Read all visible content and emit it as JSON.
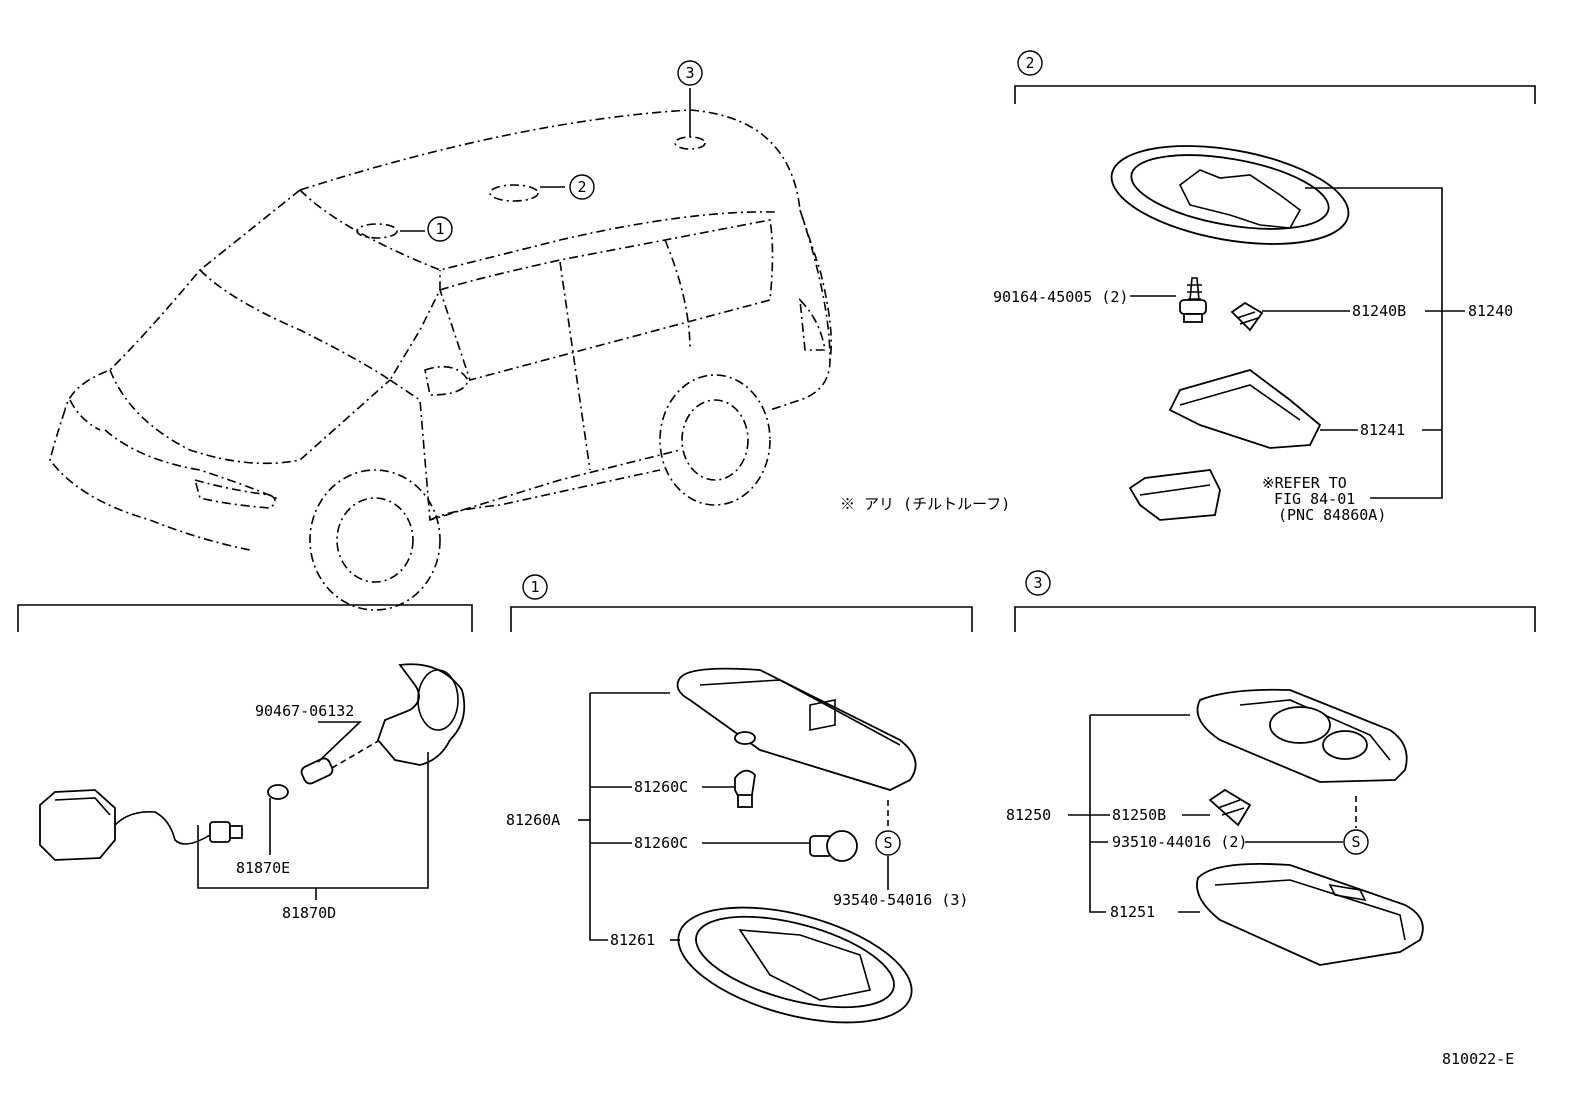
{
  "diagram": {
    "figure_code": "810022-E",
    "note": "※ アリ (チルトルーフ)",
    "refs": {
      "r1": "1",
      "r2": "2",
      "r3": "3"
    },
    "section2": {
      "ref": "2",
      "screw": "90164-45005 (2)",
      "bulb": "81240B",
      "assembly": "81240",
      "lens": "81241",
      "refer_line1": "※REFER TO",
      "refer_line2": "FIG 84-01",
      "refer_line3": "(PNC 84860A)"
    },
    "section_left": {
      "clip": "90467-06132",
      "bulb": "81870E",
      "assembly": "81870D"
    },
    "section1": {
      "ref": "1",
      "assembly": "81260A",
      "bulb_a": "81260C",
      "bulb_b": "81260C",
      "lens": "81261",
      "screw": "93540-54016 (3)",
      "screw_symbol": "S"
    },
    "section3": {
      "ref": "3",
      "assembly": "81250",
      "bulb": "81250B",
      "screw": "93510-44016 (2)",
      "lens": "81251",
      "screw_symbol": "S"
    }
  }
}
